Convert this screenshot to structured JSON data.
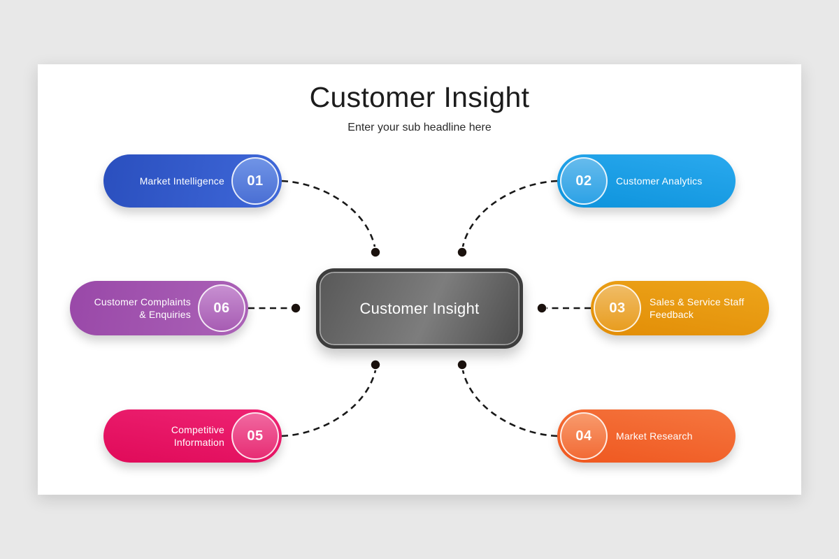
{
  "canvas": {
    "page_background": "#e8e8e8",
    "slide_background": "#ffffff"
  },
  "header": {
    "title": "Customer Insight",
    "subtitle": "Enter your sub headline here"
  },
  "center_node": {
    "label": "Customer Insight",
    "fill_from": "#585858",
    "fill_to": "#4c4c4c",
    "border_color": "#3d3d3d",
    "text_color": "#ffffff"
  },
  "nodes": [
    {
      "number": "01",
      "label": "Market Intelligence",
      "position": "top-left",
      "color_from": "#2a4fbe",
      "color_to": "#3f68d9",
      "circle_color": "#5e83de"
    },
    {
      "number": "02",
      "label": "Customer Analytics",
      "position": "top-right",
      "color_from": "#0d93dc",
      "color_to": "#2aa9ee",
      "circle_color": "#5cb5ea"
    },
    {
      "number": "03",
      "label": "Sales & Service Staff Feedback",
      "position": "middle-right",
      "color_from": "#e28d06",
      "color_to": "#eda51b",
      "circle_color": "#eeb457"
    },
    {
      "number": "04",
      "label": "Market Research",
      "position": "bottom-right",
      "color_from": "#ef571f",
      "color_to": "#f5763f",
      "circle_color": "#f79265"
    },
    {
      "number": "05",
      "label": "Competitive Information",
      "position": "bottom-left",
      "color_from": "#e00a59",
      "color_to": "#ee2373",
      "circle_color": "#f0609a"
    },
    {
      "number": "06",
      "label": "Customer Complaints & Enquiries",
      "position": "middle-left",
      "color_from": "#9948a8",
      "color_to": "#ab62b7",
      "circle_color": "#c285cc"
    }
  ],
  "connectors": {
    "line_color": "#181818",
    "dot_color": "#1a110d",
    "style": "dashed"
  }
}
